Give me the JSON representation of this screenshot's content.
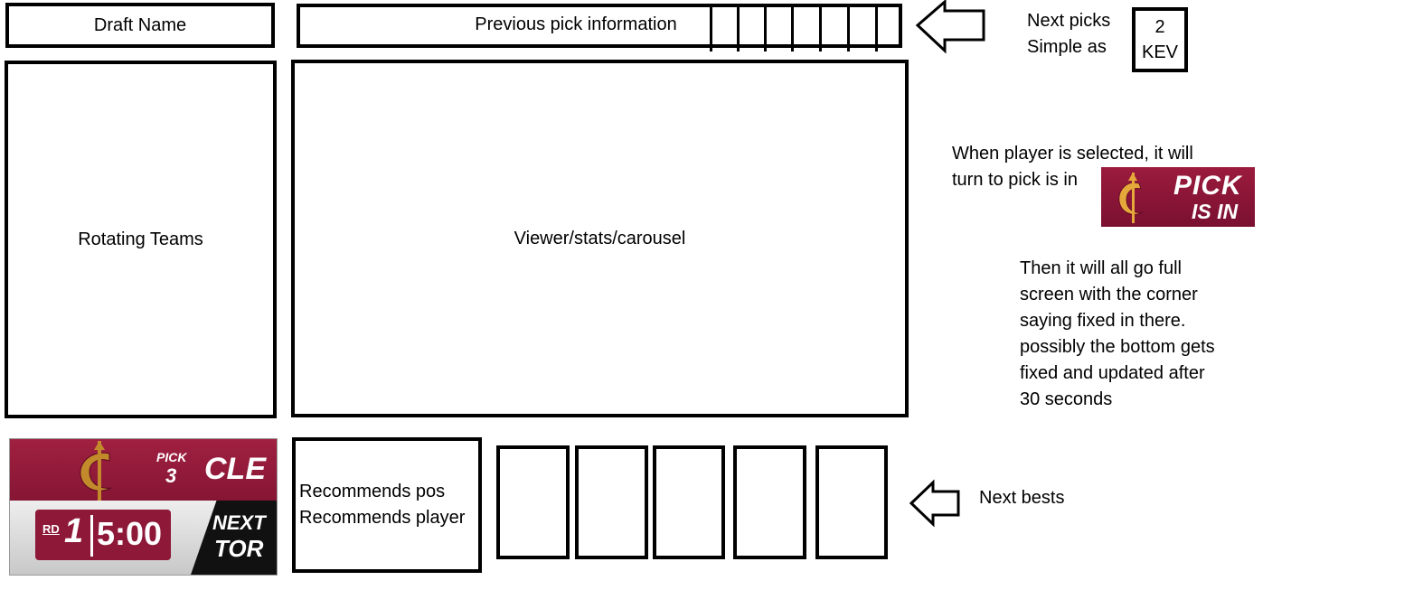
{
  "header": {
    "draft_name": "Draft Name",
    "previous_pick": "Previous pick information",
    "next_picks_text": "Next picks\nSimple as",
    "next_picks_value": "2",
    "next_picks_team": "KEV"
  },
  "main": {
    "rotating_teams": "Rotating Teams",
    "viewer": "Viewer/stats/carousel"
  },
  "notes": {
    "selected": "When player is selected, it will\nturn to pick is in",
    "fullscreen": "Then it will all go full\nscreen with the corner\nsaying fixed in there.\npossibly the bottom gets\nfixed and updated after\n30 seconds",
    "next_bests": "Next bests"
  },
  "pick_in_badge": {
    "line1": "PICK",
    "line2": "IS IN",
    "color": "#8b1538"
  },
  "scorebug": {
    "pick_word": "PICK",
    "pick_number": "3",
    "team": "CLE",
    "round_label": "RD",
    "round_number": "1",
    "clock": "5:00",
    "next_label": "NEXT",
    "next_team": "TOR",
    "primary_color": "#8b1538"
  },
  "recommends": {
    "lines": "Recommends pos\nRecommends player"
  },
  "icons": {
    "arrow": "left-arrow-icon",
    "logo": "cavaliers-logo-icon"
  }
}
